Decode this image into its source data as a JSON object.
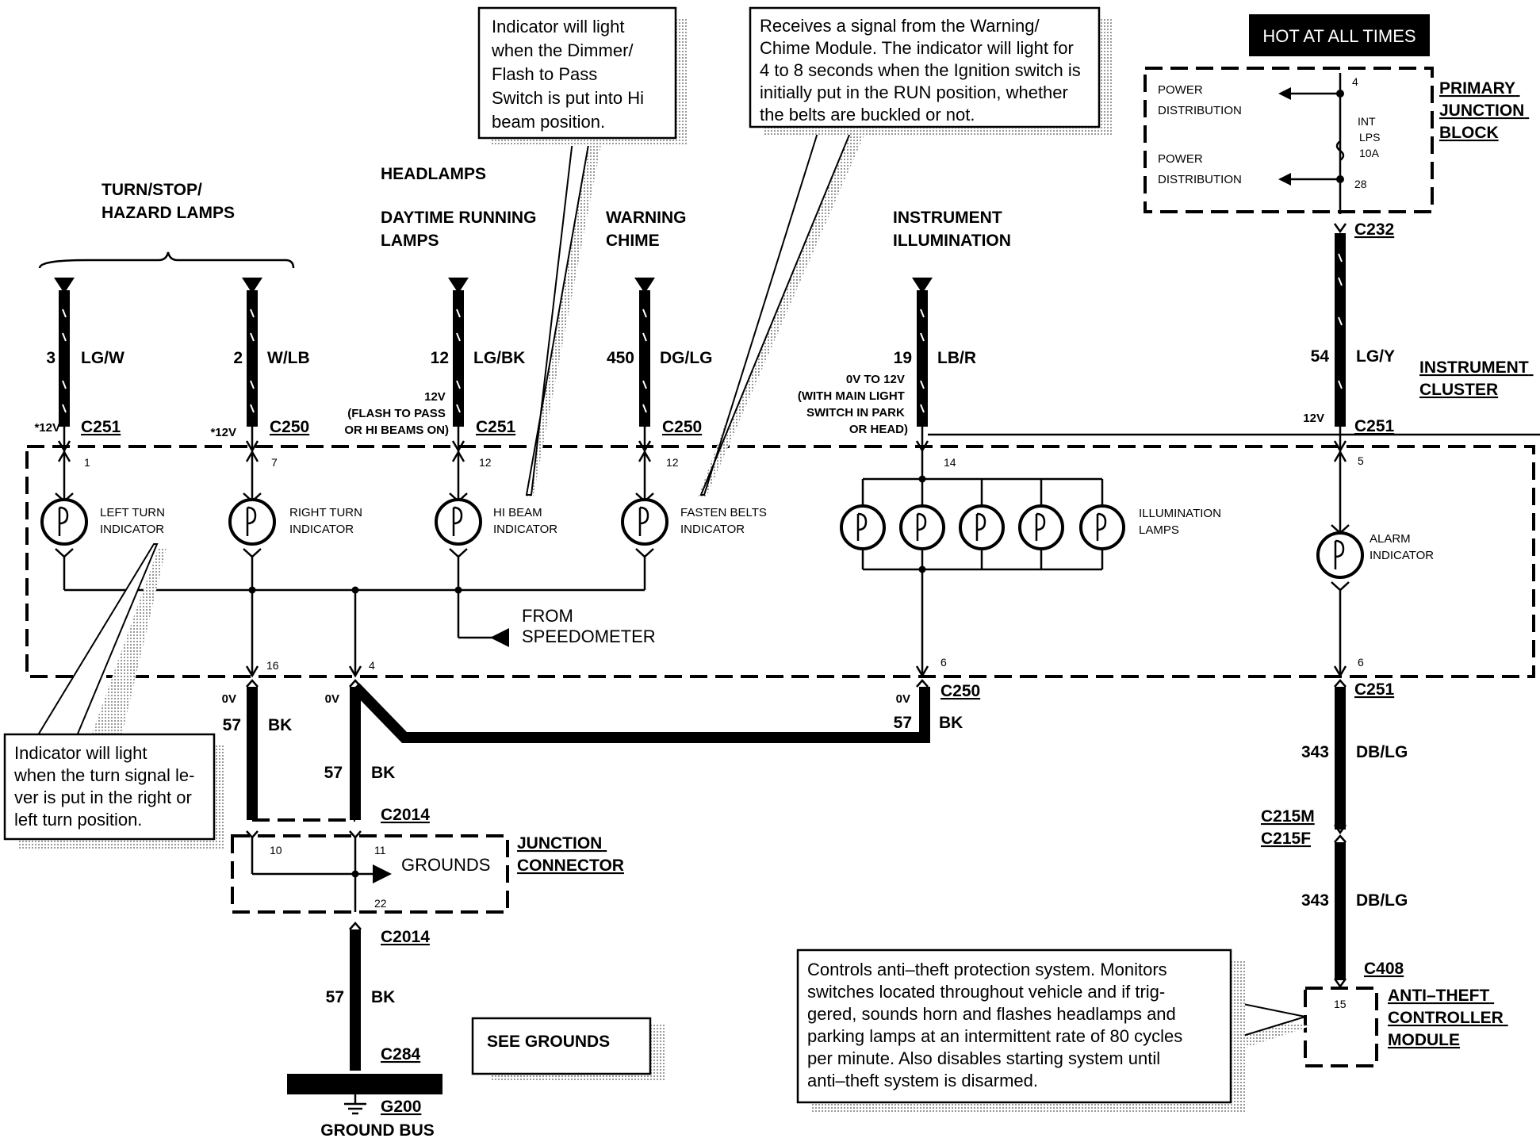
{
  "hot_label": "HOT AT ALL TIMES",
  "primary_jb": {
    "title": [
      "PRIMARY",
      "JUNCTION",
      "BLOCK"
    ],
    "power1": [
      "POWER",
      "DISTRIBUTION"
    ],
    "power2": [
      "POWER",
      "DISTRIBUTION"
    ],
    "fuse": [
      "INT",
      "LPS",
      "10A"
    ],
    "pin_top": "4",
    "pin_bottom": "28"
  },
  "instrument_cluster": [
    "INSTRUMENT",
    "CLUSTER"
  ],
  "loads": {
    "turn": [
      "TURN/STOP/",
      "HAZARD LAMPS"
    ],
    "headlamps": "HEADLAMPS",
    "drl": [
      "DAYTIME RUNNING",
      "LAMPS"
    ],
    "chime": [
      "WARNING",
      "CHIME"
    ],
    "illum": [
      "INSTRUMENT",
      "ILLUMINATION"
    ]
  },
  "wires": {
    "w1": {
      "circuit": "3",
      "color": "LG/W",
      "connector": "C251",
      "voltage": "*12V",
      "pin": "1"
    },
    "w2": {
      "circuit": "2",
      "color": "W/LB",
      "connector": "C250",
      "voltage": "*12V",
      "pin": "7"
    },
    "w3": {
      "circuit": "12",
      "color": "LG/BK",
      "connector": "C251",
      "voltage": [
        "12V",
        "(FLASH TO PASS",
        "OR HI BEAMS ON)"
      ],
      "pin": "12"
    },
    "w4": {
      "circuit": "450",
      "color": "DG/LG",
      "connector": "C250",
      "pin": "12"
    },
    "w5": {
      "circuit": "19",
      "color": "LB/R",
      "voltage": [
        "0V TO 12V",
        "(WITH MAIN LIGHT",
        "SWITCH IN PARK",
        "OR HEAD)"
      ],
      "pin": "14"
    },
    "w6": {
      "circuit": "54",
      "color": "LG/Y",
      "connector_top": "C232",
      "connector": "C251",
      "voltage": "12V",
      "pin": "5"
    }
  },
  "indicators": {
    "left": [
      "LEFT TURN",
      "INDICATOR"
    ],
    "right": [
      "RIGHT TURN",
      "INDICATOR"
    ],
    "hibeam": [
      "HI BEAM",
      "INDICATOR"
    ],
    "belts": [
      "FASTEN BELTS",
      "INDICATOR"
    ],
    "illum": [
      "ILLUMINATION",
      "LAMPS"
    ],
    "alarm": [
      "ALARM",
      "INDICATOR"
    ]
  },
  "from_speedometer": [
    "FROM",
    "SPEEDOMETER"
  ],
  "bottom": {
    "pin16": "16",
    "pin4": "4",
    "pin6a": "6",
    "pin6b": "6",
    "c250": "C250",
    "c251": "C251",
    "gnd_a": {
      "voltage": "0V",
      "circuit": "57",
      "color": "BK"
    },
    "gnd_b": {
      "voltage": "0V",
      "circuit": "57",
      "color": "BK"
    },
    "gnd_c": {
      "voltage": "0V",
      "circuit": "57",
      "color": "BK"
    },
    "c2014_top": "C2014",
    "jc": {
      "title": [
        "JUNCTION",
        "CONNECTOR"
      ],
      "grounds": "GROUNDS",
      "pin10": "10",
      "pin11": "11",
      "pin22": "22"
    },
    "c2014_bot": "C2014",
    "gnd_d": {
      "circuit": "57",
      "color": "BK"
    },
    "c284": "C284",
    "g200": "G200",
    "ground_bus": "GROUND BUS",
    "see_grounds": "SEE GROUNDS"
  },
  "anti_theft": {
    "w1": {
      "circuit": "343",
      "color": "DB/LG"
    },
    "c215m": "C215M",
    "c215f": "C215F",
    "w2": {
      "circuit": "343",
      "color": "DB/LG"
    },
    "c408": "C408",
    "pin": "15",
    "title": [
      "ANTI–THEFT",
      "CONTROLLER",
      "MODULE"
    ]
  },
  "notes": {
    "hibeam": [
      "Indicator will light",
      "when the Dimmer/",
      "Flash to Pass",
      "Switch is put into Hi",
      "beam position."
    ],
    "chime": [
      "Receives a signal from the Warning/",
      "Chime Module. The indicator will light for",
      "4 to 8 seconds when the Ignition switch is",
      "initially put in the RUN position, whether",
      "the belts are buckled or not."
    ],
    "turn": [
      "Indicator will light",
      "when the turn signal le-",
      "ver is put in the right or",
      "left turn position."
    ],
    "antitheft": [
      "Controls anti–theft protection system. Monitors",
      "switches located throughout vehicle and if trig-",
      "gered, sounds horn and flashes headlamps and",
      "parking lamps at an intermittent rate of 80 cycles",
      "per minute. Also disables starting system until",
      "anti–theft system is disarmed."
    ]
  }
}
